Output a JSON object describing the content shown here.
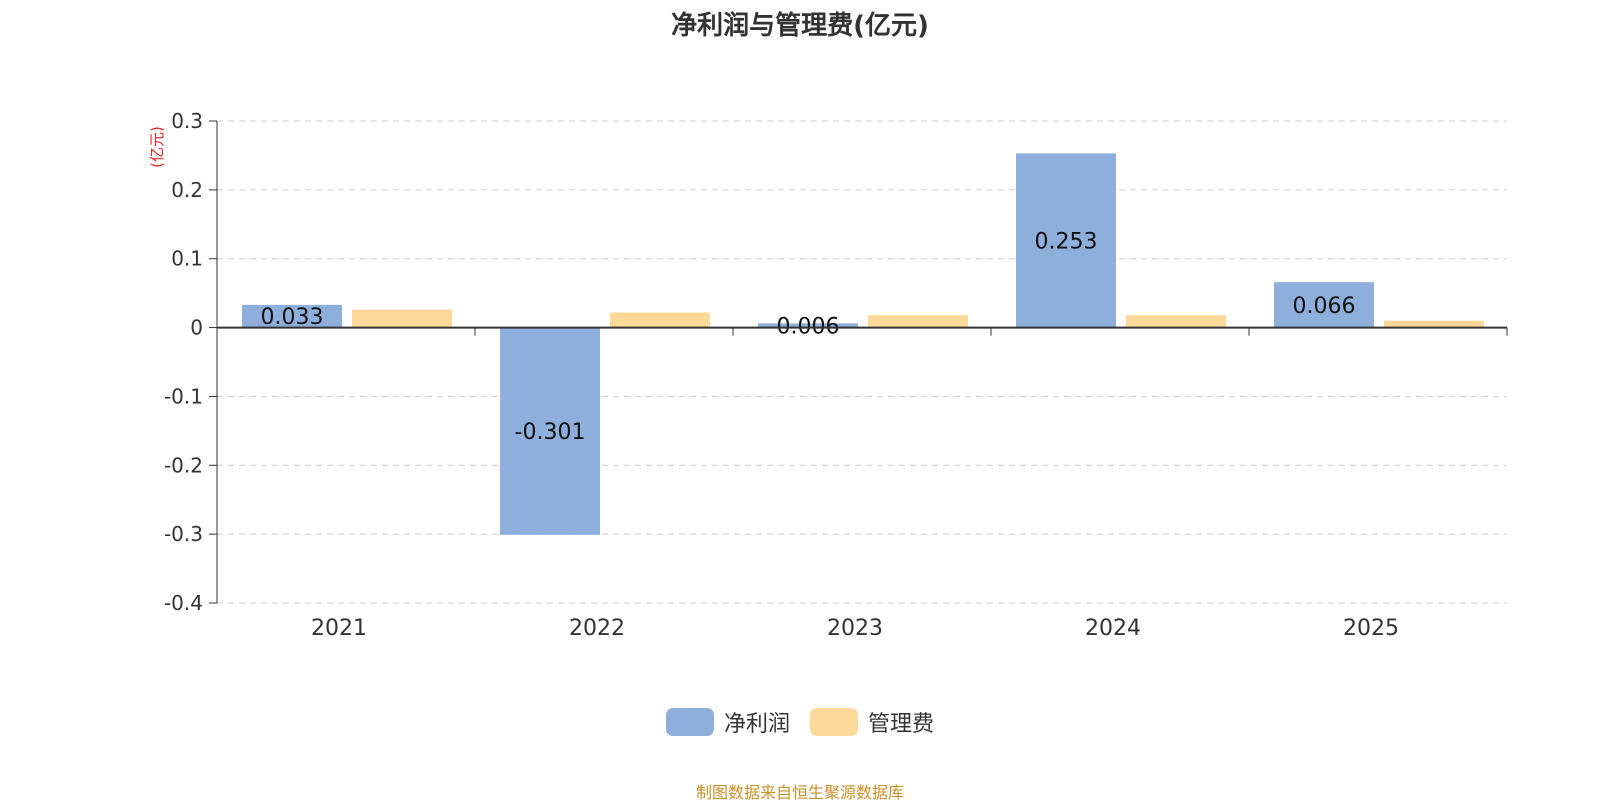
{
  "chart_data": {
    "type": "bar",
    "title": "净利润与管理费(亿元)",
    "ylabel": "(亿元)",
    "xlabel": "",
    "categories": [
      "2021",
      "2022",
      "2023",
      "2024",
      "2025"
    ],
    "series": [
      {
        "name": "净利润",
        "color": "#8eaedb",
        "values": [
          0.033,
          -0.301,
          0.006,
          0.253,
          0.066
        ],
        "labels": [
          "0.033",
          "-0.301",
          "0.006",
          "0.253",
          "0.066"
        ]
      },
      {
        "name": "管理费",
        "color": "#fdd999",
        "values": [
          0.026,
          0.022,
          0.018,
          0.018,
          0.01
        ]
      }
    ],
    "ylim": [
      -0.4,
      0.3
    ],
    "yticks": [
      0.3,
      0.2,
      0.1,
      0,
      -0.1,
      -0.2,
      -0.3,
      -0.4
    ],
    "ytick_labels": [
      "0.3",
      "0.2",
      "0.1",
      "0",
      "-0.1",
      "-0.2",
      "-0.3",
      "-0.4"
    ],
    "grid": true,
    "legend_position": "bottom-center",
    "source": "制图数据来自恒生聚源数据库"
  }
}
